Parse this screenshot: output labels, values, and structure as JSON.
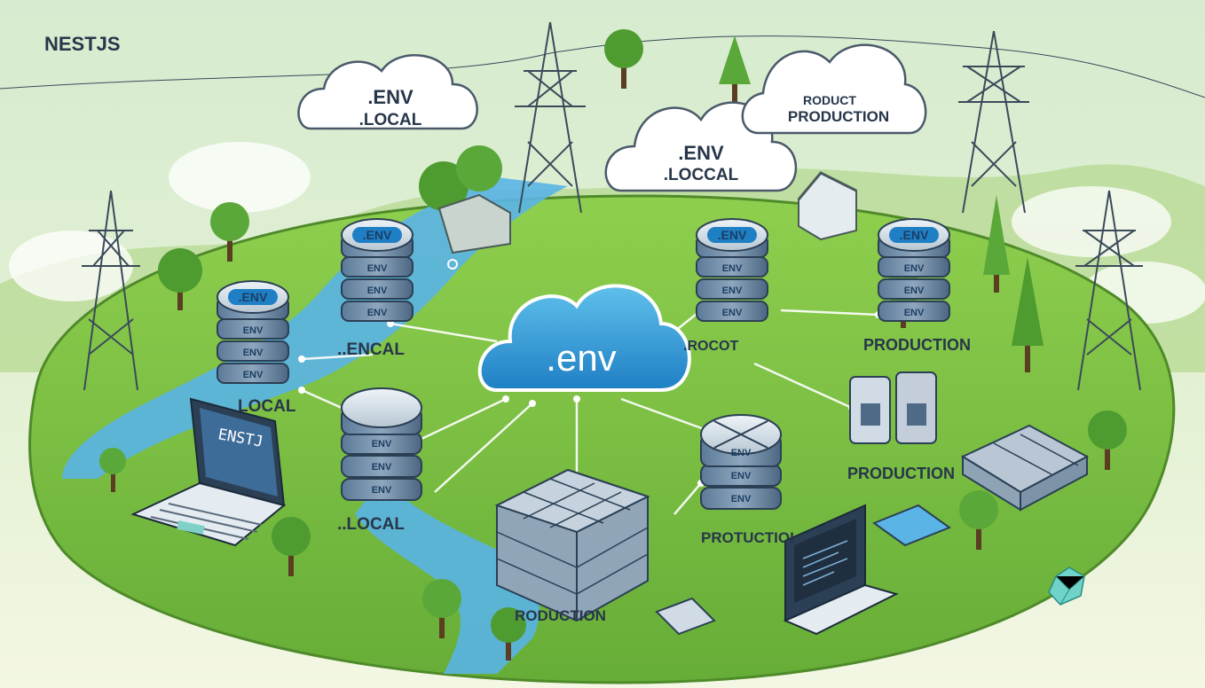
{
  "brand": {
    "title": "NESTJS"
  },
  "hub": {
    "label": ".env"
  },
  "clouds": [
    {
      "line1": ".ENV",
      "line2": ".LOCAL"
    },
    {
      "line1": ".ENV",
      "line2": ".LOCCAL"
    },
    {
      "line1": "RODUCT",
      "line2": "PRODUCTION"
    }
  ],
  "servers": [
    {
      "cap": ".ENV",
      "layers": [
        "ENV",
        "ENV",
        "ENV"
      ]
    },
    {
      "cap": ".ENV",
      "layers": [
        "ENV",
        "ENV",
        "ENV"
      ]
    },
    {
      "cap": ".ENV",
      "layers": [
        "ENV",
        "ENV",
        "ENV"
      ]
    },
    {
      "cap": ".ENV",
      "layers": [
        "ENV",
        "ENV",
        "ENV"
      ]
    },
    {
      "cap": "",
      "layers": [
        "ENV",
        "ENV",
        "ENV"
      ]
    },
    {
      "cap": "",
      "layers": [
        "ENV",
        "ENV",
        "ENV"
      ]
    }
  ],
  "labels": {
    "encal": "..ENCAL",
    "local_left": "LOCAL",
    "local_bottom": "..LOCAL",
    "rocot": ".ROCOT",
    "production_right": "PRODUCTION",
    "production_mid": "PRODUCTION",
    "protuction": "PROTUCTIOI",
    "production_bottom": "RODUCTION"
  },
  "laptop": {
    "screen_text": "ENSTJ"
  },
  "colors": {
    "grass": "#7cc043",
    "water": "#5ab4e6",
    "server": "#4f6f8f",
    "accent": "#1f7fc4"
  }
}
